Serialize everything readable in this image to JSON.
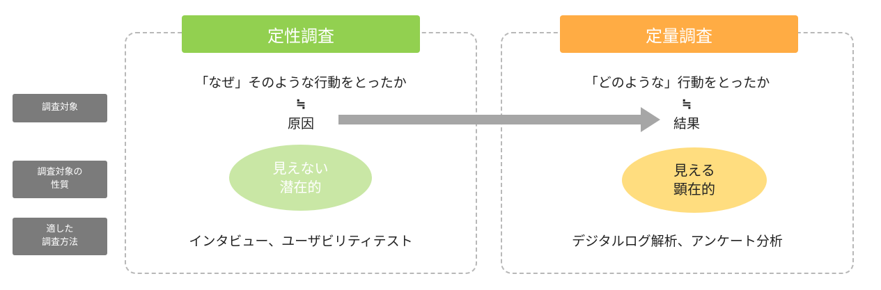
{
  "row_labels": {
    "target": "調査対象",
    "nature": "調査対象の\n性質",
    "method": "適した\n調査方法"
  },
  "qualitative": {
    "title": "定性調査",
    "question": "「なぜ」そのような行動をとったか",
    "approx": "≒",
    "answer": "原因",
    "nature": "見えない\n潜在的",
    "method": "インタビュー、ユーザビリティテスト",
    "title_color": "#92d050",
    "ellipse_color": "#c9e7a5"
  },
  "quantitative": {
    "title": "定量調査",
    "question": "「どのような」行動をとったか",
    "approx": "≒",
    "answer": "結果",
    "nature": "見える\n顕在的",
    "method": "デジタルログ解析、アンケート分析",
    "title_color": "#ffac44",
    "ellipse_color": "#ffdd7f"
  },
  "arrow_color": "#a6a6a6"
}
